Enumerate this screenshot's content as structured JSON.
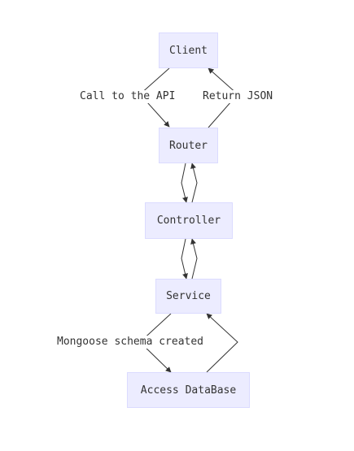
{
  "diagram": {
    "nodes": {
      "client": "Client",
      "router": "Router",
      "controller": "Controller",
      "service": "Service",
      "database": "Access DataBase"
    },
    "edge_labels": {
      "call_api": "Call to the API",
      "return_json": "Return JSON",
      "schema_created": "Mongoose schema created"
    },
    "colors": {
      "node_fill": "#ececff",
      "node_border": "#dbdbff",
      "edge": "#333333",
      "text": "#333333"
    }
  }
}
